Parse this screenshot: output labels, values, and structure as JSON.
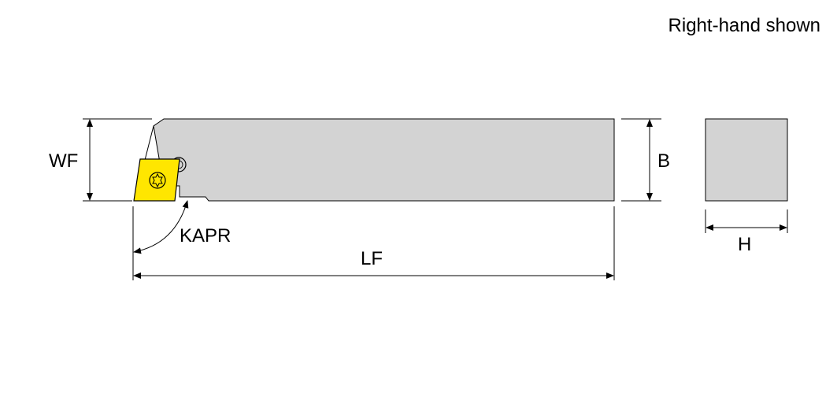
{
  "caption": "Right-hand shown",
  "dimensions": {
    "wf": "WF",
    "b": "B",
    "h": "H",
    "lf": "LF",
    "kapr": "KAPR"
  },
  "colors": {
    "holder_body": "#d3d3d3",
    "insert": "#ffe600",
    "outline": "#000000"
  }
}
